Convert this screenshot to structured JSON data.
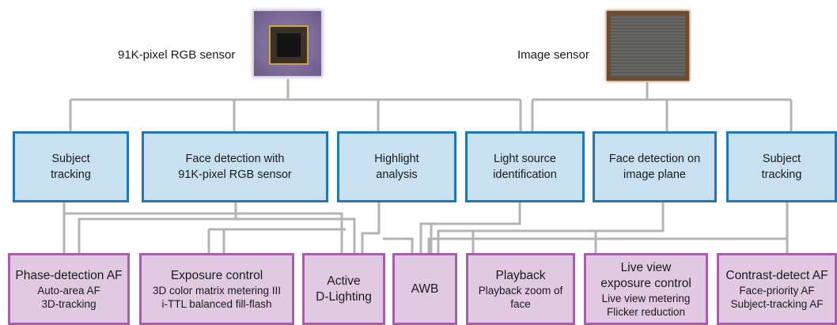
{
  "sensors": {
    "rgb": {
      "label": "91K-pixel RGB sensor",
      "icon": "rgb-sensor-chip"
    },
    "image": {
      "label": "Image sensor",
      "icon": "image-sensor-chip"
    }
  },
  "functions": [
    {
      "id": "subject-tracking-left",
      "lines": [
        "Subject",
        "tracking"
      ]
    },
    {
      "id": "face-detection-rgb",
      "lines": [
        "Face detection with",
        "91K-pixel RGB sensor"
      ]
    },
    {
      "id": "highlight-analysis",
      "lines": [
        "Highlight",
        "analysis"
      ]
    },
    {
      "id": "light-source-identification",
      "lines": [
        "Light source",
        "identification"
      ]
    },
    {
      "id": "face-detection-image-plane",
      "lines": [
        "Face detection on",
        "image plane"
      ]
    },
    {
      "id": "subject-tracking-right",
      "lines": [
        "Subject",
        "tracking"
      ]
    }
  ],
  "outputs": [
    {
      "id": "phase-detection-af",
      "title": "Phase-detection AF",
      "sub": [
        "Auto-area AF",
        "3D-tracking"
      ]
    },
    {
      "id": "exposure-control",
      "title": "Exposure control",
      "sub": [
        "3D color matrix metering III",
        "i-TTL balanced fill-flash"
      ]
    },
    {
      "id": "active-d-lighting",
      "title": "Active",
      "sub2": "D-Lighting"
    },
    {
      "id": "awb",
      "title": "AWB"
    },
    {
      "id": "playback",
      "title": "Playback",
      "sub": [
        "Playback zoom of",
        "face"
      ]
    },
    {
      "id": "live-view-exposure-control",
      "title": "Live view",
      "title2": "exposure control",
      "sub": [
        "Live view metering",
        "Flicker reduction"
      ]
    },
    {
      "id": "contrast-detect-af",
      "title": "Contrast-detect AF",
      "sub": [
        "Face-priority AF",
        "Subject-tracking AF"
      ]
    }
  ],
  "colors": {
    "connector": "#b3b3b3",
    "function_fill": "#c9e0f1",
    "function_border": "#1f77b8",
    "output_fill": "#e2c9e2",
    "output_border": "#a560a8"
  }
}
